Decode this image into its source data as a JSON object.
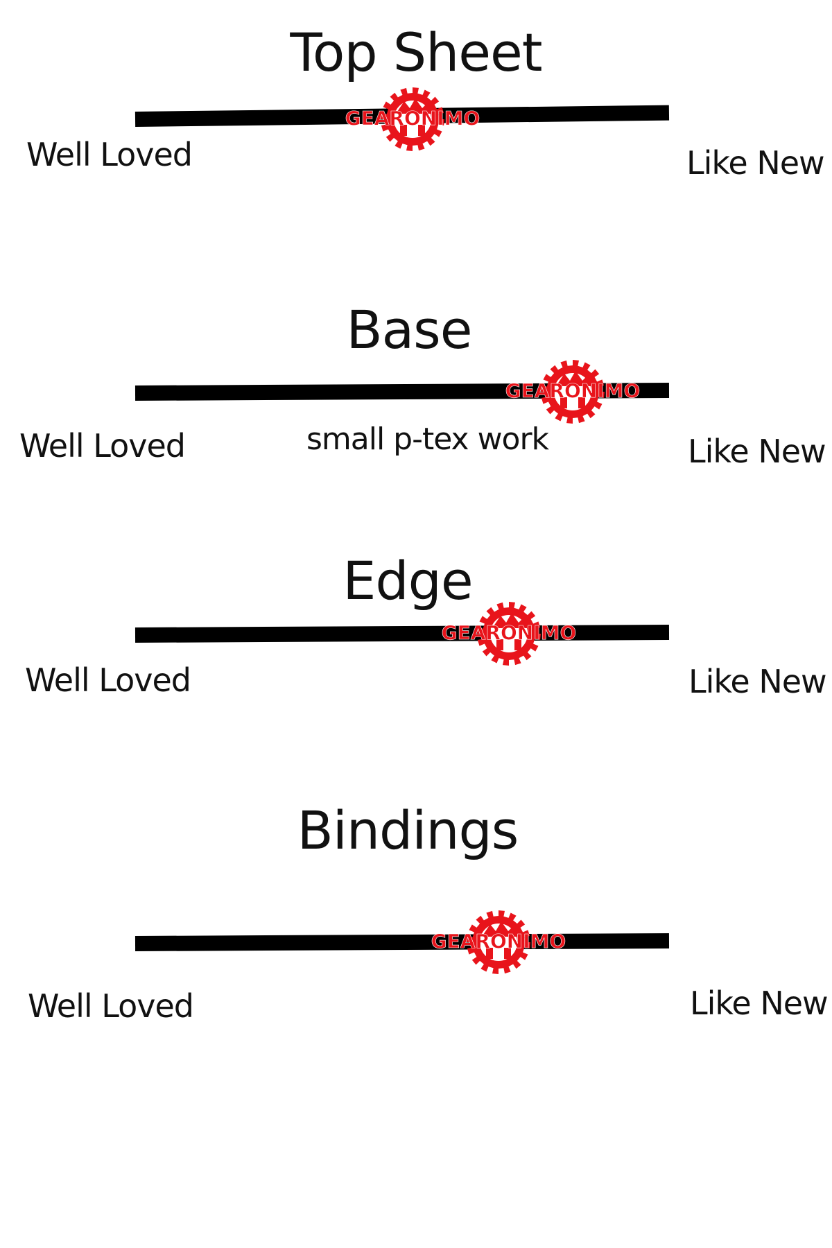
{
  "scales": [
    {
      "title": "Top Sheet",
      "left_label": "Well Loved",
      "right_label": "Like New",
      "note": "",
      "rating": 0.52
    },
    {
      "title": "Base",
      "left_label": "Well Loved",
      "right_label": "Like New",
      "note": "small p-tex work",
      "rating": 0.82
    },
    {
      "title": "Edge",
      "left_label": "Well Loved",
      "right_label": "Like New",
      "note": "",
      "rating": 0.7
    },
    {
      "title": "Bindings",
      "left_label": "Well Loved",
      "right_label": "Like New",
      "note": "",
      "rating": 0.68
    }
  ],
  "marker": {
    "text": "GEARONIMO",
    "icon": "gear-mountain-logo",
    "color": "#e8141b"
  },
  "bar_color": "#000000"
}
